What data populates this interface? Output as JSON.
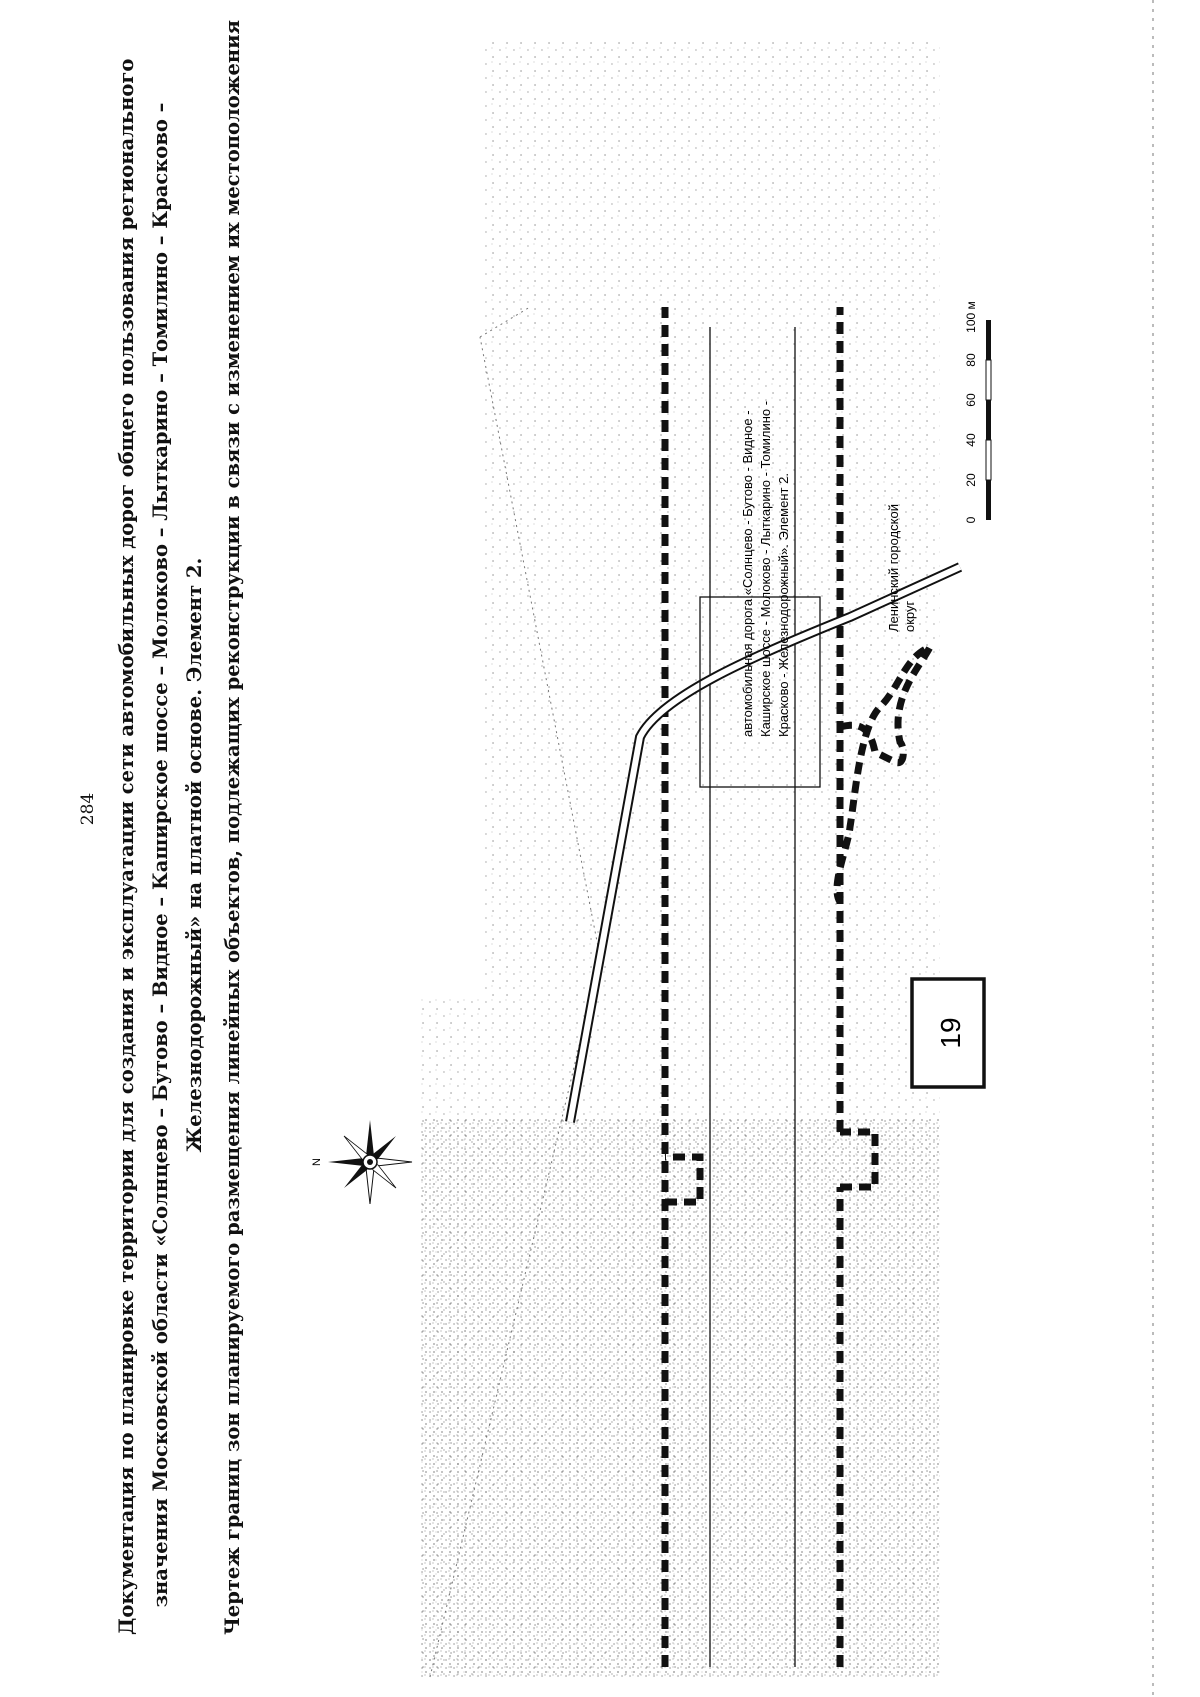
{
  "page": {
    "number": "284",
    "title_lines": [
      "Документация по планировке территории для создания и эксплуатации сети автомобильных дорог общего пользования регионального",
      "значения Московской области «Солнцево – Бутово – Видное – Каширское шоссе – Молоково – Лыткарино – Томилино – Красково –",
      "Железнодорожный» на платной основе. Элемент 2."
    ],
    "subtitle": "Чертеж границ зон планируемого размещения линейных объектов, подлежащих реконструкции в связи с изменением их местоположения"
  },
  "map": {
    "north_label": "N",
    "road_label_lines": [
      "автомобильная   дорога   «Солнцево   -   Бутово   -   Видное   -",
      "Каширское  шоссе  -  Молоково  -  Лыткарино  -  Томилино  -",
      "Красково - Железнодорожный». Элемент 2."
    ],
    "district_label_lines": [
      "Ленинский городской",
      "округ"
    ],
    "sheet_number": "19",
    "scale_bar": {
      "ticks": [
        "0",
        "20",
        "40",
        "60",
        "80",
        "100 м"
      ],
      "max_value_m": 100
    },
    "colors": {
      "ink": "#111111",
      "background": "#ffffff"
    }
  }
}
